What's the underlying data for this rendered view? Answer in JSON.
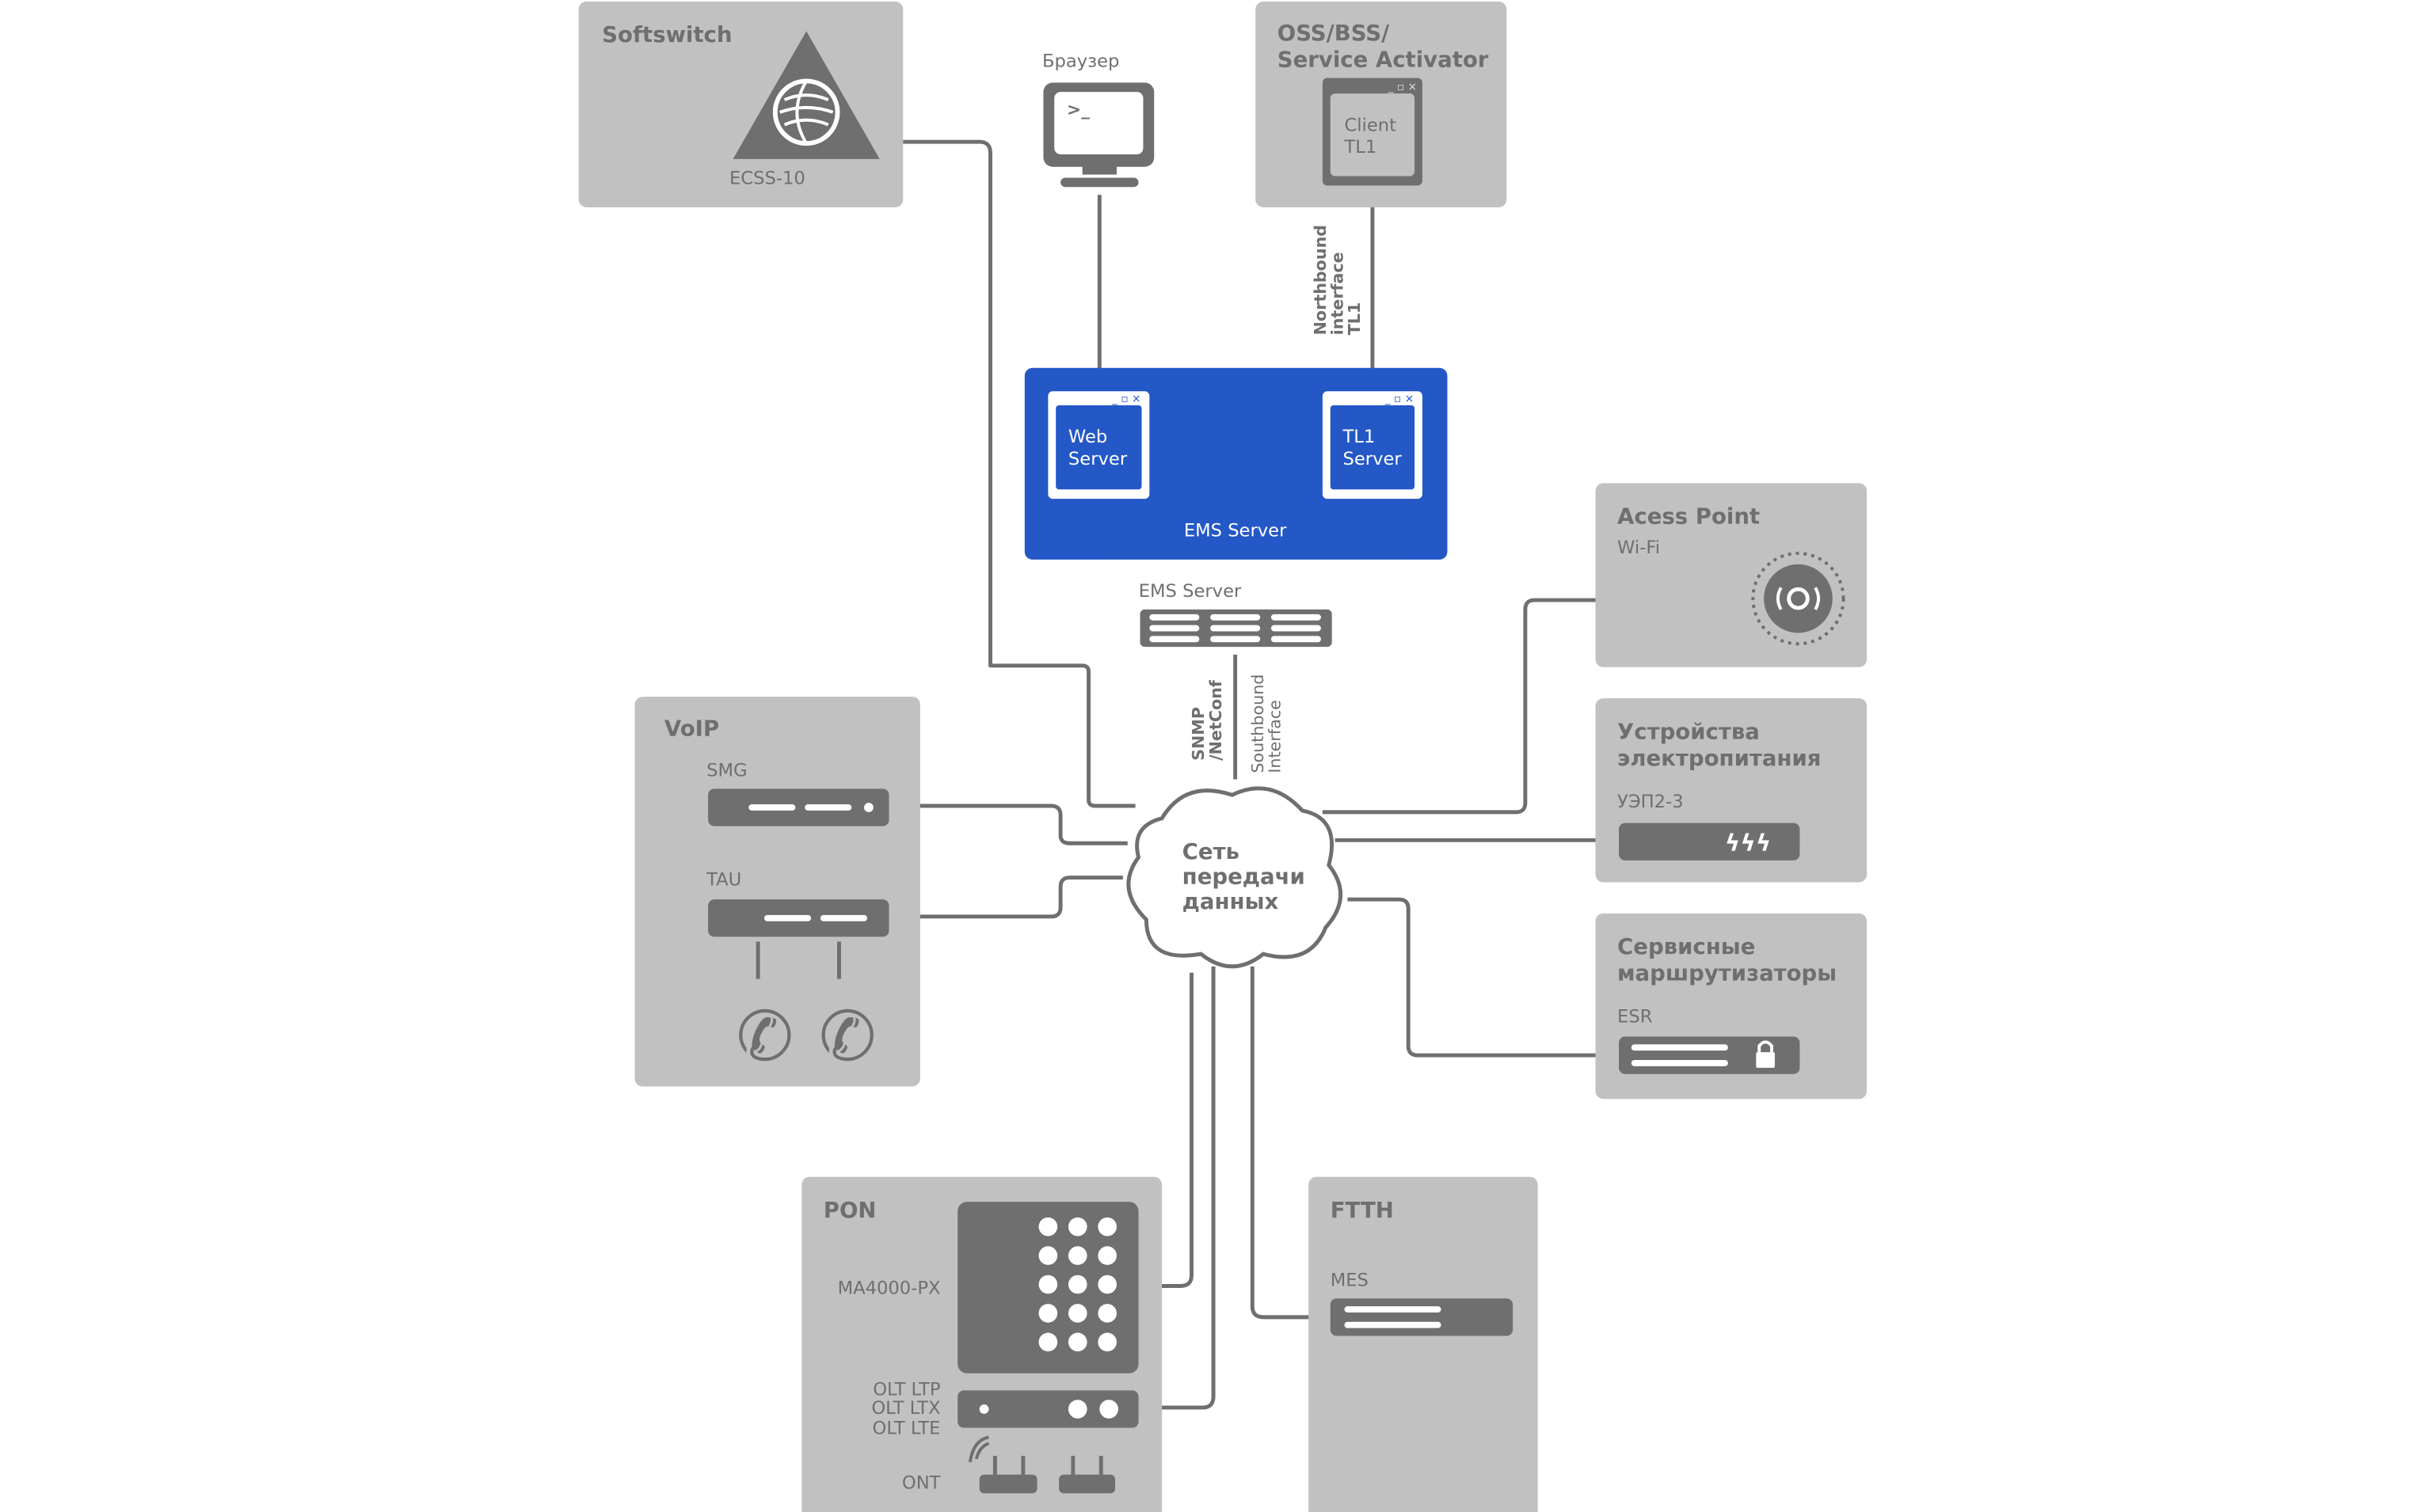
{
  "colors": {
    "panel": "#c1c1c1",
    "device": "#6f6f6f",
    "ems": "#2458c6"
  },
  "softswitch": {
    "title": "Softswitch",
    "device": "ECSS-10"
  },
  "browser": {
    "label": "Браузер",
    "icon": "terminal-monitor-icon"
  },
  "oss": {
    "title1": "OSS/BSS/",
    "title2": "Service Activator",
    "client1": "Client",
    "client2": "TL1"
  },
  "northbound": {
    "l1": "Northbound",
    "l2": "interface",
    "l3": "TL1"
  },
  "ems": {
    "web1": "Web",
    "web2": "Server",
    "tl1a": "TL1",
    "tl1b": "Server",
    "label": "EMS Server",
    "rack_label": "EMS Server"
  },
  "southbound": {
    "snmp1": "SNMP",
    "snmp2": "/NetConf",
    "sb1": "Southbound",
    "sb2": "Interface"
  },
  "cloud": {
    "l1": "Сеть",
    "l2": "передачи",
    "l3": "данных"
  },
  "voip": {
    "title": "VoIP",
    "smg": "SMG",
    "tau": "TAU"
  },
  "ap": {
    "title": "Acess Point",
    "sub": "Wi-Fi"
  },
  "power": {
    "title1": "Устройства",
    "title2": "электропитания",
    "device": "УЭП2-3"
  },
  "routers": {
    "title1": "Сервисные",
    "title2": "маршрутизаторы",
    "device": "ESR"
  },
  "pon": {
    "title": "PON",
    "chassis": "MA4000-PX",
    "olt1": "OLT LTP",
    "olt2": "OLT LTX",
    "olt3": "OLT LTE",
    "ont": "ONT"
  },
  "ftth": {
    "title": "FTTH",
    "device": "MES"
  }
}
